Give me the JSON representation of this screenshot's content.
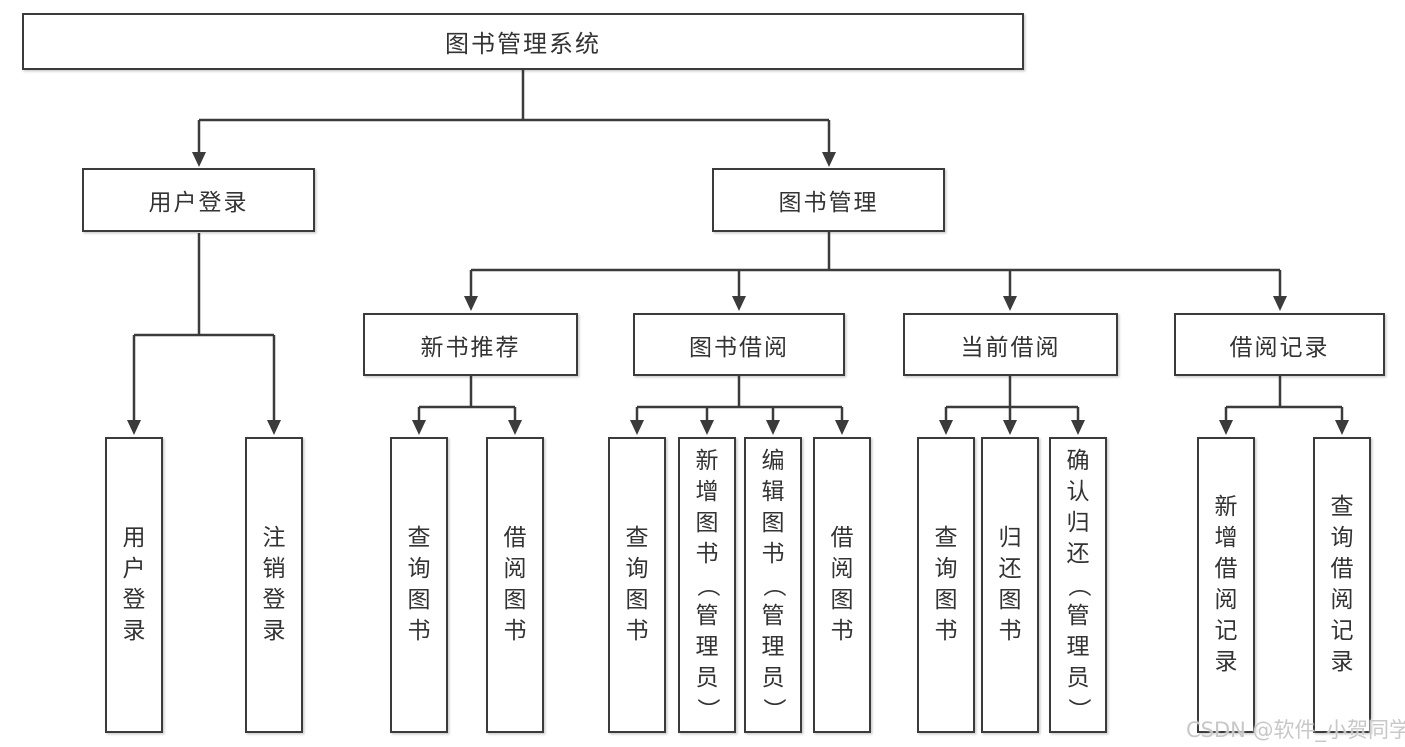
{
  "diagram": {
    "root": {
      "label": "图书管理系统"
    },
    "branches": [
      {
        "label": "用户登录",
        "children": [
          {
            "label": "用户登录"
          },
          {
            "label": "注销登录"
          }
        ]
      },
      {
        "label": "图书管理",
        "children": [
          {
            "label": "新书推荐",
            "children": [
              {
                "label": "查询图书"
              },
              {
                "label": "借阅图书"
              }
            ]
          },
          {
            "label": "图书借阅",
            "children": [
              {
                "label": "查询图书"
              },
              {
                "label": "新增图书（管理员）"
              },
              {
                "label": "编辑图书（管理员）"
              },
              {
                "label": "借阅图书"
              }
            ]
          },
          {
            "label": "当前借阅",
            "children": [
              {
                "label": "查询图书"
              },
              {
                "label": "归还图书"
              },
              {
                "label": "确认归还（管理员）"
              }
            ]
          },
          {
            "label": "借阅记录",
            "children": [
              {
                "label": "新增借阅记录"
              },
              {
                "label": "查询借阅记录"
              }
            ]
          }
        ]
      }
    ]
  },
  "watermark": {
    "text": "CSDN @软件_小贺同学"
  },
  "colors": {
    "line": "#3b3b3b",
    "text": "#333333",
    "watermark": "#c8c8c8"
  }
}
